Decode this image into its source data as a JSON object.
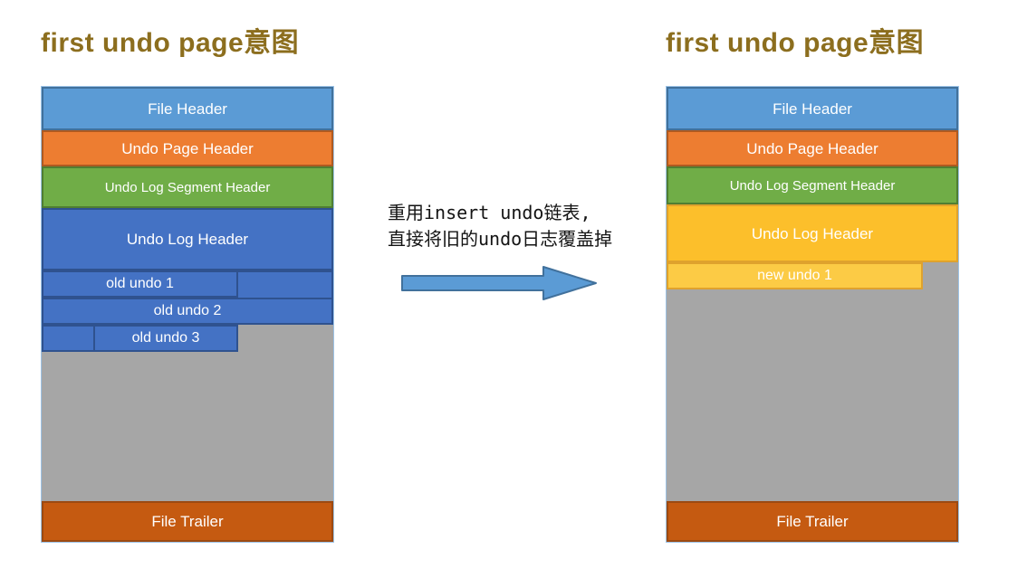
{
  "colors": {
    "title": "#8C6E1E",
    "lightBlue": "#5B9BD5",
    "lightBlueBorder": "#41719C",
    "orange": "#ED7D31",
    "orangeBorder": "#AE5A21",
    "green": "#70AD47",
    "greenBorder": "#507E32",
    "blue": "#4472C4",
    "blueBorder": "#2F528F",
    "yellow": "#FCBF2B",
    "yellowBorder": "#DFA22D",
    "yellowLight": "#FCCB45",
    "gray": "#A6A6A6",
    "darkOrange": "#C55A11",
    "darkOrangeBorder": "#9C4A12",
    "outline": "#9DC3E6",
    "text": "#FFFFFF",
    "annotation": "#141414",
    "arrowFill": "#5B9BD5",
    "arrowStroke": "#41719C"
  },
  "left": {
    "title": "first undo page意图",
    "blocks": {
      "file_header": "File Header",
      "undo_page_header": "Undo Page Header",
      "undo_log_segment_header": "Undo Log Segment Header",
      "undo_log_header": "Undo Log Header",
      "old_undo_1": "old undo 1",
      "old_undo_2": "old undo 2",
      "old_undo_3": "old undo 3",
      "file_trailer": "File Trailer"
    }
  },
  "right": {
    "title": "first undo page意图",
    "blocks": {
      "file_header": "File Header",
      "undo_page_header": "Undo Page Header",
      "undo_log_segment_header": "Undo Log Segment Header",
      "undo_log_header": "Undo Log Header",
      "new_undo_1": "new undo 1",
      "file_trailer": "File Trailer"
    }
  },
  "annotation": {
    "line1": "重用insert undo链表,",
    "line2": "直接将旧的undo日志覆盖掉"
  }
}
